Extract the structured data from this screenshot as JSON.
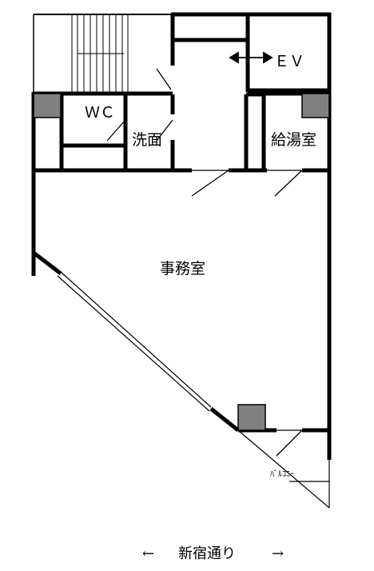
{
  "rooms": {
    "wc": "ＷＣ",
    "washroom": "洗面",
    "elevator": "ＥＶ",
    "kitchenette": "給湯室",
    "office": "事務室",
    "balcony": "ﾊﾞﾙｺﾆｰ"
  },
  "street": {
    "left_arrow": "←",
    "name": "新宿通り",
    "right_arrow": "→"
  },
  "colors": {
    "wall": "#000000",
    "pillar": "#808080",
    "background": "#ffffff"
  }
}
